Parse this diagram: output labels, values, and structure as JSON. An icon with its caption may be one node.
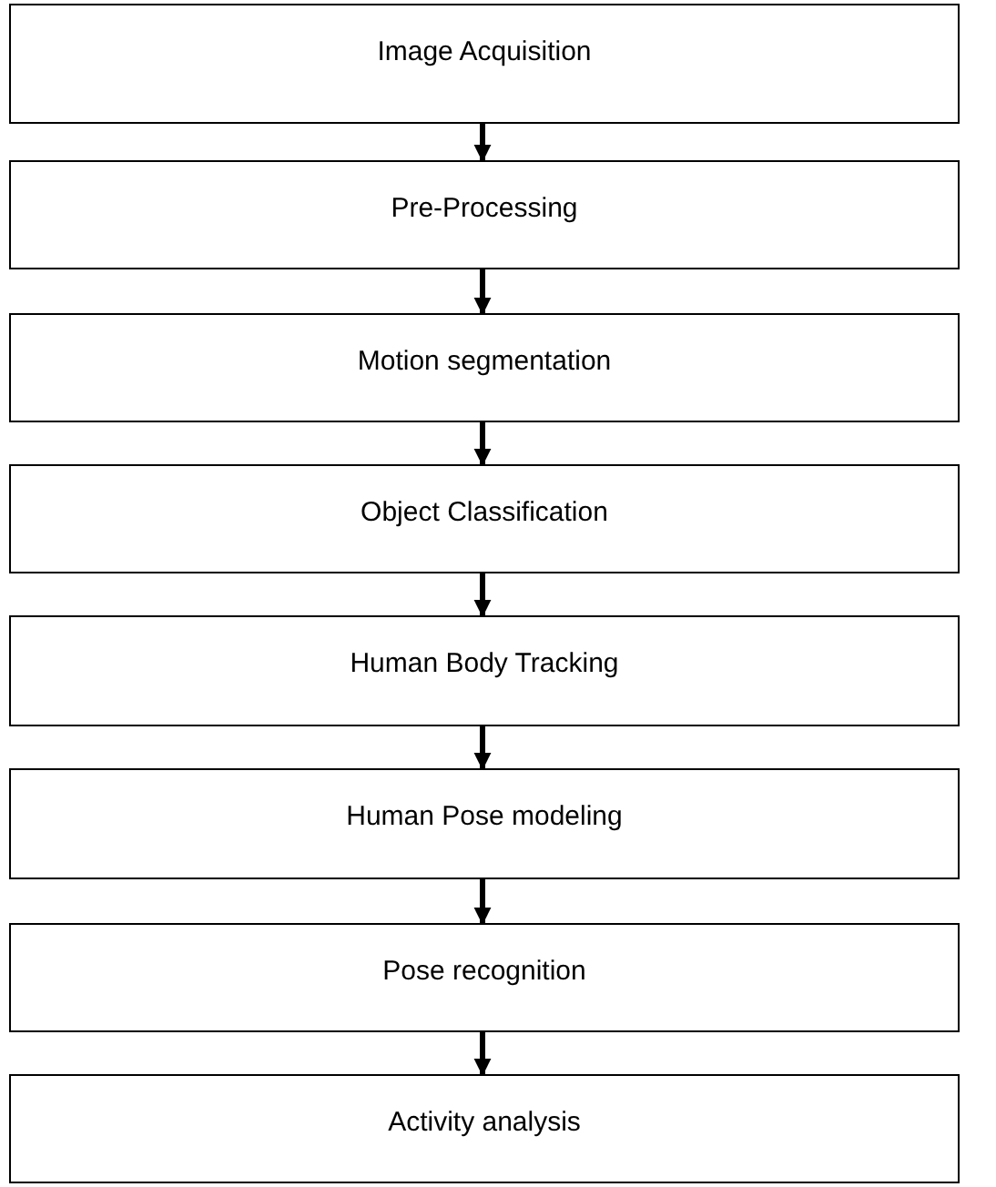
{
  "diagram": {
    "nodes": [
      {
        "text": [
          "Image Acquisition"
        ]
      },
      {
        "text": [
          "Pre-Processing"
        ]
      },
      {
        "text": [
          "Motion segmentation"
        ]
      },
      {
        "text": [
          "Object Classification"
        ]
      },
      {
        "text": [
          "Human Body Tracking"
        ]
      },
      {
        "text": [
          "Human Pose modeling"
        ]
      },
      {
        "text": [
          "Pose recognition"
        ]
      },
      {
        "text": [
          "Activity analysis"
        ]
      }
    ],
    "edges": [
      {
        "from": 0,
        "to": 1,
        "arrow": "to"
      },
      {
        "from": 1,
        "to": 2,
        "arrow": "to"
      },
      {
        "from": 2,
        "to": 3,
        "arrow": "to"
      },
      {
        "from": 3,
        "to": 4,
        "arrow": "to"
      },
      {
        "from": 4,
        "to": 5,
        "arrow": "to"
      },
      {
        "from": 5,
        "to": 6,
        "arrow": "to"
      },
      {
        "from": 6,
        "to": 7,
        "arrow": "to"
      }
    ]
  }
}
